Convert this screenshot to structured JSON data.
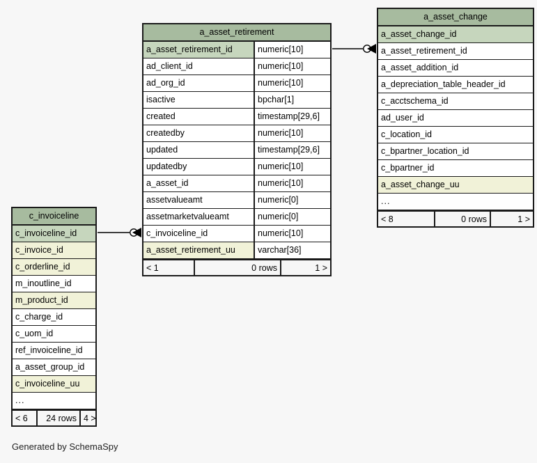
{
  "diagram": {
    "type": "entity-relationship-diagram",
    "generator_caption": "Generated by SchemaSpy",
    "background_color": "#f7f7f7",
    "header_color": "#a7bb9f",
    "primary_key_color": "#c6d6bd",
    "indexed_color": "#f1f2d8",
    "border_color": "#1a1a1a"
  },
  "tables": {
    "asset_retirement": {
      "title": "a_asset_retirement",
      "columns": [
        {
          "name": "a_asset_retirement_id",
          "type": "numeric[10]",
          "style": "pk"
        },
        {
          "name": "ad_client_id",
          "type": "numeric[10]",
          "style": "plain"
        },
        {
          "name": "ad_org_id",
          "type": "numeric[10]",
          "style": "plain"
        },
        {
          "name": "isactive",
          "type": "bpchar[1]",
          "style": "plain"
        },
        {
          "name": "created",
          "type": "timestamp[29,6]",
          "style": "plain"
        },
        {
          "name": "createdby",
          "type": "numeric[10]",
          "style": "plain"
        },
        {
          "name": "updated",
          "type": "timestamp[29,6]",
          "style": "plain"
        },
        {
          "name": "updatedby",
          "type": "numeric[10]",
          "style": "plain"
        },
        {
          "name": "a_asset_id",
          "type": "numeric[10]",
          "style": "plain"
        },
        {
          "name": "assetvalueamt",
          "type": "numeric[0]",
          "style": "plain"
        },
        {
          "name": "assetmarketvalueamt",
          "type": "numeric[0]",
          "style": "plain"
        },
        {
          "name": "c_invoiceline_id",
          "type": "numeric[10]",
          "style": "plain"
        },
        {
          "name": "a_asset_retirement_uu",
          "type": "varchar[36]",
          "style": "indexed"
        }
      ],
      "footer": {
        "left": "< 1",
        "center": "0 rows",
        "right": "1 >"
      }
    },
    "asset_change": {
      "title": "a_asset_change",
      "columns": [
        {
          "name": "a_asset_change_id",
          "style": "pk"
        },
        {
          "name": "a_asset_retirement_id",
          "style": "plain"
        },
        {
          "name": "a_asset_addition_id",
          "style": "plain"
        },
        {
          "name": "a_depreciation_table_header_id",
          "style": "plain"
        },
        {
          "name": "c_acctschema_id",
          "style": "plain"
        },
        {
          "name": "ad_user_id",
          "style": "plain"
        },
        {
          "name": "c_location_id",
          "style": "plain"
        },
        {
          "name": "c_bpartner_location_id",
          "style": "plain"
        },
        {
          "name": "c_bpartner_id",
          "style": "plain"
        },
        {
          "name": "a_asset_change_uu",
          "style": "indexed"
        },
        {
          "name": "...",
          "style": "ellipsis"
        }
      ],
      "footer": {
        "left": "< 8",
        "center": "0 rows",
        "right": "1 >"
      }
    },
    "invoiceline": {
      "title": "c_invoiceline",
      "columns": [
        {
          "name": "c_invoiceline_id",
          "style": "pk"
        },
        {
          "name": "c_invoice_id",
          "style": "indexed"
        },
        {
          "name": "c_orderline_id",
          "style": "indexed"
        },
        {
          "name": "m_inoutline_id",
          "style": "plain"
        },
        {
          "name": "m_product_id",
          "style": "indexed"
        },
        {
          "name": "c_charge_id",
          "style": "plain"
        },
        {
          "name": "c_uom_id",
          "style": "plain"
        },
        {
          "name": "ref_invoiceline_id",
          "style": "plain"
        },
        {
          "name": "a_asset_group_id",
          "style": "plain"
        },
        {
          "name": "c_invoiceline_uu",
          "style": "indexed"
        },
        {
          "name": "...",
          "style": "ellipsis"
        }
      ],
      "footer": {
        "left": "< 6",
        "center": "24 rows",
        "right": "4 >"
      }
    }
  },
  "relationships": [
    {
      "name": "invoiceline-to-asset-retirement",
      "from_table": "c_invoiceline",
      "from_column": "c_invoiceline_id",
      "to_table": "a_asset_retirement",
      "to_column": "c_invoiceline_id",
      "from_cardinality": "zero-or-one",
      "to_cardinality": "many"
    },
    {
      "name": "asset-retirement-to-asset-change",
      "from_table": "a_asset_retirement",
      "from_column": "a_asset_retirement_id",
      "to_table": "a_asset_change",
      "to_column": "a_asset_retirement_id",
      "from_cardinality": "zero-or-one",
      "to_cardinality": "many"
    }
  ]
}
